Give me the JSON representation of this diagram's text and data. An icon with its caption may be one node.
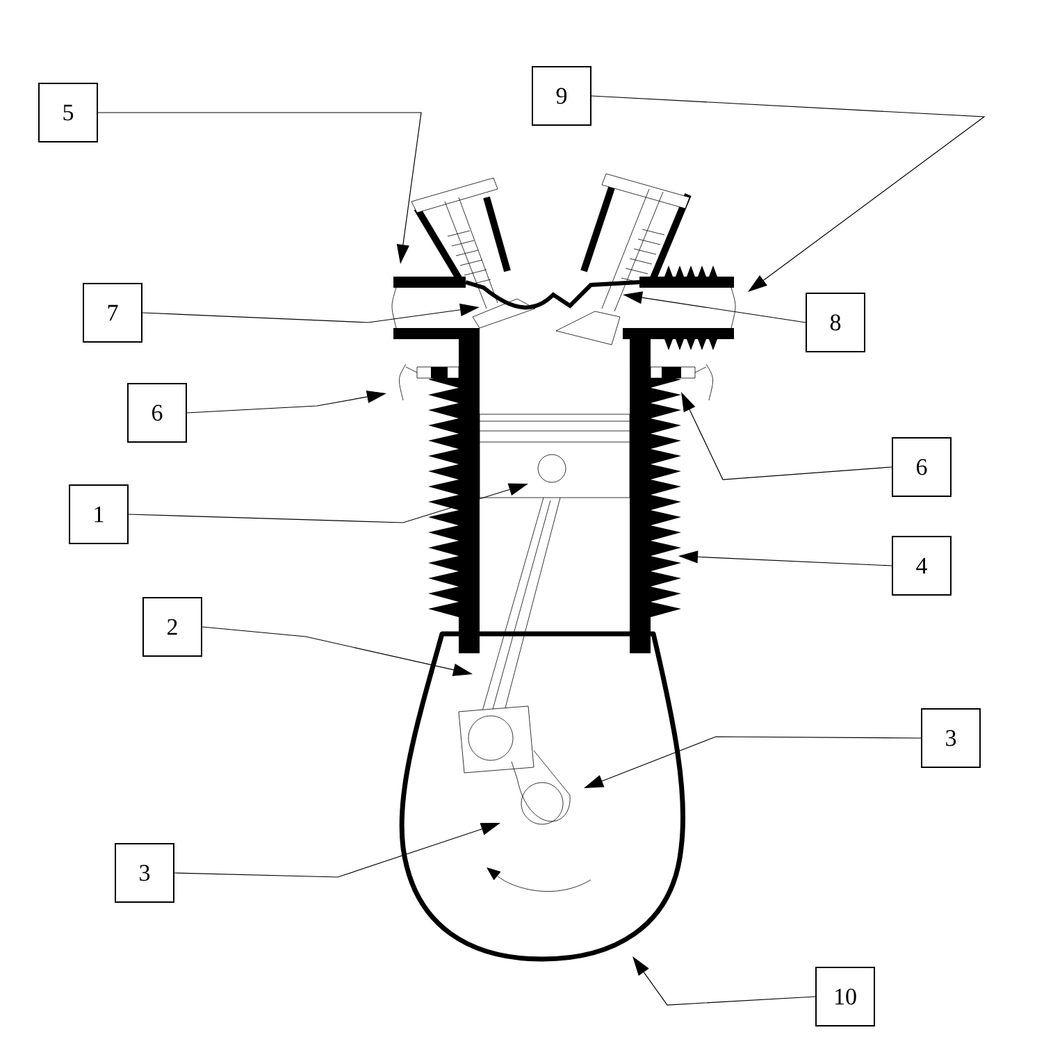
{
  "diagram": {
    "nodes": [
      {
        "text": [
          "5"
        ]
      },
      {
        "text": [
          "9"
        ]
      },
      {
        "text": [
          "7"
        ]
      },
      {
        "text": [
          "8"
        ]
      },
      {
        "text": [
          "6"
        ]
      },
      {
        "text": [
          "6"
        ]
      },
      {
        "text": [
          "1"
        ]
      },
      {
        "text": [
          "4"
        ]
      },
      {
        "text": [
          "2"
        ]
      },
      {
        "text": [
          "3"
        ]
      },
      {
        "text": [
          "3"
        ]
      },
      {
        "text": [
          "10"
        ]
      }
    ],
    "edges": [
      {
        "from": 0,
        "to": null,
        "arrow": "to"
      },
      {
        "from": 1,
        "to": null,
        "arrow": "to"
      },
      {
        "from": 2,
        "to": null,
        "arrow": "to"
      },
      {
        "from": 3,
        "to": null,
        "arrow": "to"
      },
      {
        "from": 4,
        "to": null,
        "arrow": "to"
      },
      {
        "from": 5,
        "to": null,
        "arrow": "to"
      },
      {
        "from": 6,
        "to": null,
        "arrow": "to"
      },
      {
        "from": 7,
        "to": null,
        "arrow": "to"
      },
      {
        "from": 8,
        "to": null,
        "arrow": "to"
      },
      {
        "from": 9,
        "to": null,
        "arrow": "to"
      },
      {
        "from": 10,
        "to": null,
        "arrow": "to"
      },
      {
        "from": 11,
        "to": null,
        "arrow": "to"
      }
    ]
  }
}
